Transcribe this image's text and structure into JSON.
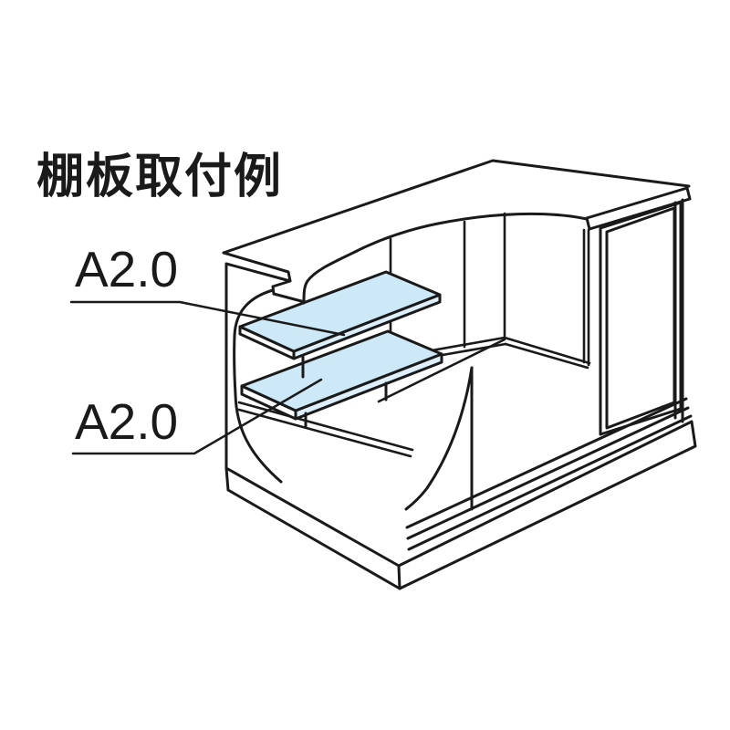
{
  "diagram": {
    "title": "棚板取付例",
    "labels": [
      {
        "text": "A2.0",
        "target": "upper-shelf"
      },
      {
        "text": "A2.0",
        "target": "lower-shelf"
      }
    ],
    "colors": {
      "background": "#ffffff",
      "line": "#1a1a1a",
      "shelf_top": "#cde9f8",
      "shelf_edge": "#ddeffb",
      "shelf_end": "#ffffff"
    }
  }
}
